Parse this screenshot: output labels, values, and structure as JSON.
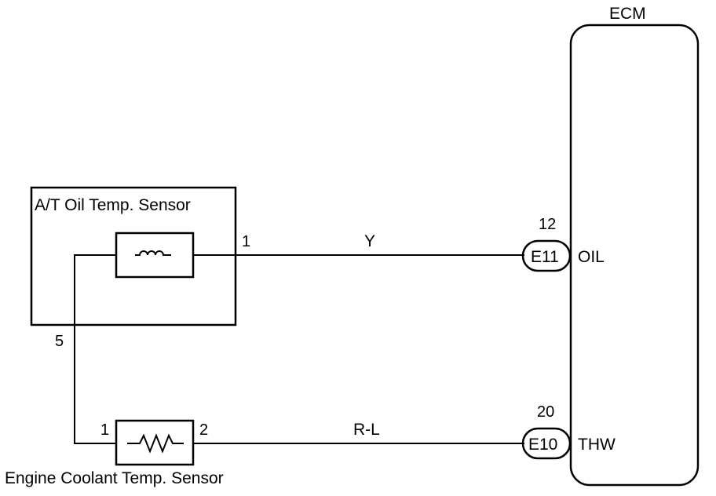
{
  "ecm": {
    "title": "ECM"
  },
  "at_oil_sensor": {
    "title": "A/T Oil Temp. Sensor",
    "pin_signal": "1",
    "pin_ground": "5"
  },
  "coolant_sensor": {
    "title": "Engine Coolant Temp. Sensor",
    "pin_left": "1",
    "pin_right": "2"
  },
  "wires": {
    "oil_wire_color": "Y",
    "thw_wire_color": "R-L"
  },
  "connectors": {
    "oil": {
      "pin": "12",
      "connector": "E11",
      "terminal": "OIL"
    },
    "thw": {
      "pin": "20",
      "connector": "E10",
      "terminal": "THW"
    }
  }
}
